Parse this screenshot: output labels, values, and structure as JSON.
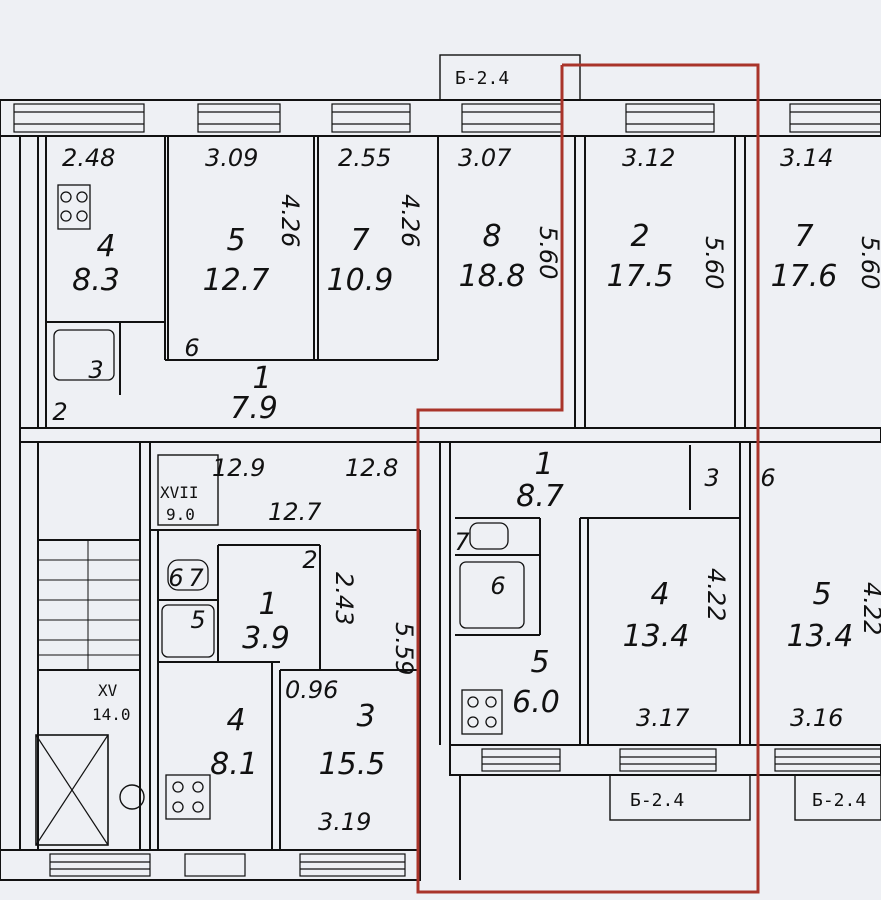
{
  "balcony_top": "Б-2.4",
  "balcony_bottom_1": "Б-2.4",
  "balcony_bottom_2": "Б-2.4",
  "widths": {
    "w_2_48": "2.48",
    "w_3_09": "3.09",
    "w_2_55": "2.55",
    "w_3_07": "3.07",
    "w_3_12": "3.12",
    "w_3_14": "3.14",
    "w_12_9": "12.9",
    "w_12_8": "12.8",
    "w_12_7": "12.7",
    "w_3_17": "3.17",
    "w_3_16": "3.16",
    "w_3_19": "3.19"
  },
  "lengths": {
    "l_4_26_a": "4.26",
    "l_4_26_b": "4.26",
    "l_5_60_a": "5.60",
    "l_5_60_b": "5.60",
    "l_5_60_c": "5.60",
    "l_4_22_a": "4.22",
    "l_4_22_b": "4.22",
    "l_2_43": "2.43",
    "l_5_59": "5.59",
    "l_0_96": "0.96"
  },
  "rooms": {
    "r_a4": {
      "num": "4",
      "area": "8.3"
    },
    "r_a5": {
      "num": "5",
      "area": "12.7"
    },
    "r_a7": {
      "num": "7",
      "area": "10.9"
    },
    "r_a8": {
      "num": "8",
      "area": "18.8"
    },
    "r_b2": {
      "num": "2",
      "area": "17.5"
    },
    "r_c7": {
      "num": "7",
      "area": "17.6"
    },
    "r_a1": {
      "num": "1",
      "area": "7.9"
    },
    "r_b1": {
      "num": "1",
      "area": "8.7"
    },
    "r_b4": {
      "num": "4",
      "area": "13.4"
    },
    "r_c5": {
      "num": "5",
      "area": "13.4"
    },
    "r_b5": {
      "num": "5",
      "area": "6.0"
    },
    "r_d1": {
      "num": "1",
      "area": "3.9"
    },
    "r_d4": {
      "num": "4",
      "area": "8.1"
    },
    "r_d3": {
      "num": "3",
      "area": "15.5"
    }
  },
  "small_labels": {
    "a3": "3",
    "a6": "6",
    "b3": "3",
    "b6": "6",
    "b7": "7",
    "c6": "6",
    "d6": "6",
    "d5": "5",
    "d2": "2",
    "d7": "7",
    "a2": "2"
  },
  "stair": {
    "code": "XVII",
    "area": "9.0"
  },
  "lift": {
    "code": "XV",
    "area": "14.0"
  }
}
